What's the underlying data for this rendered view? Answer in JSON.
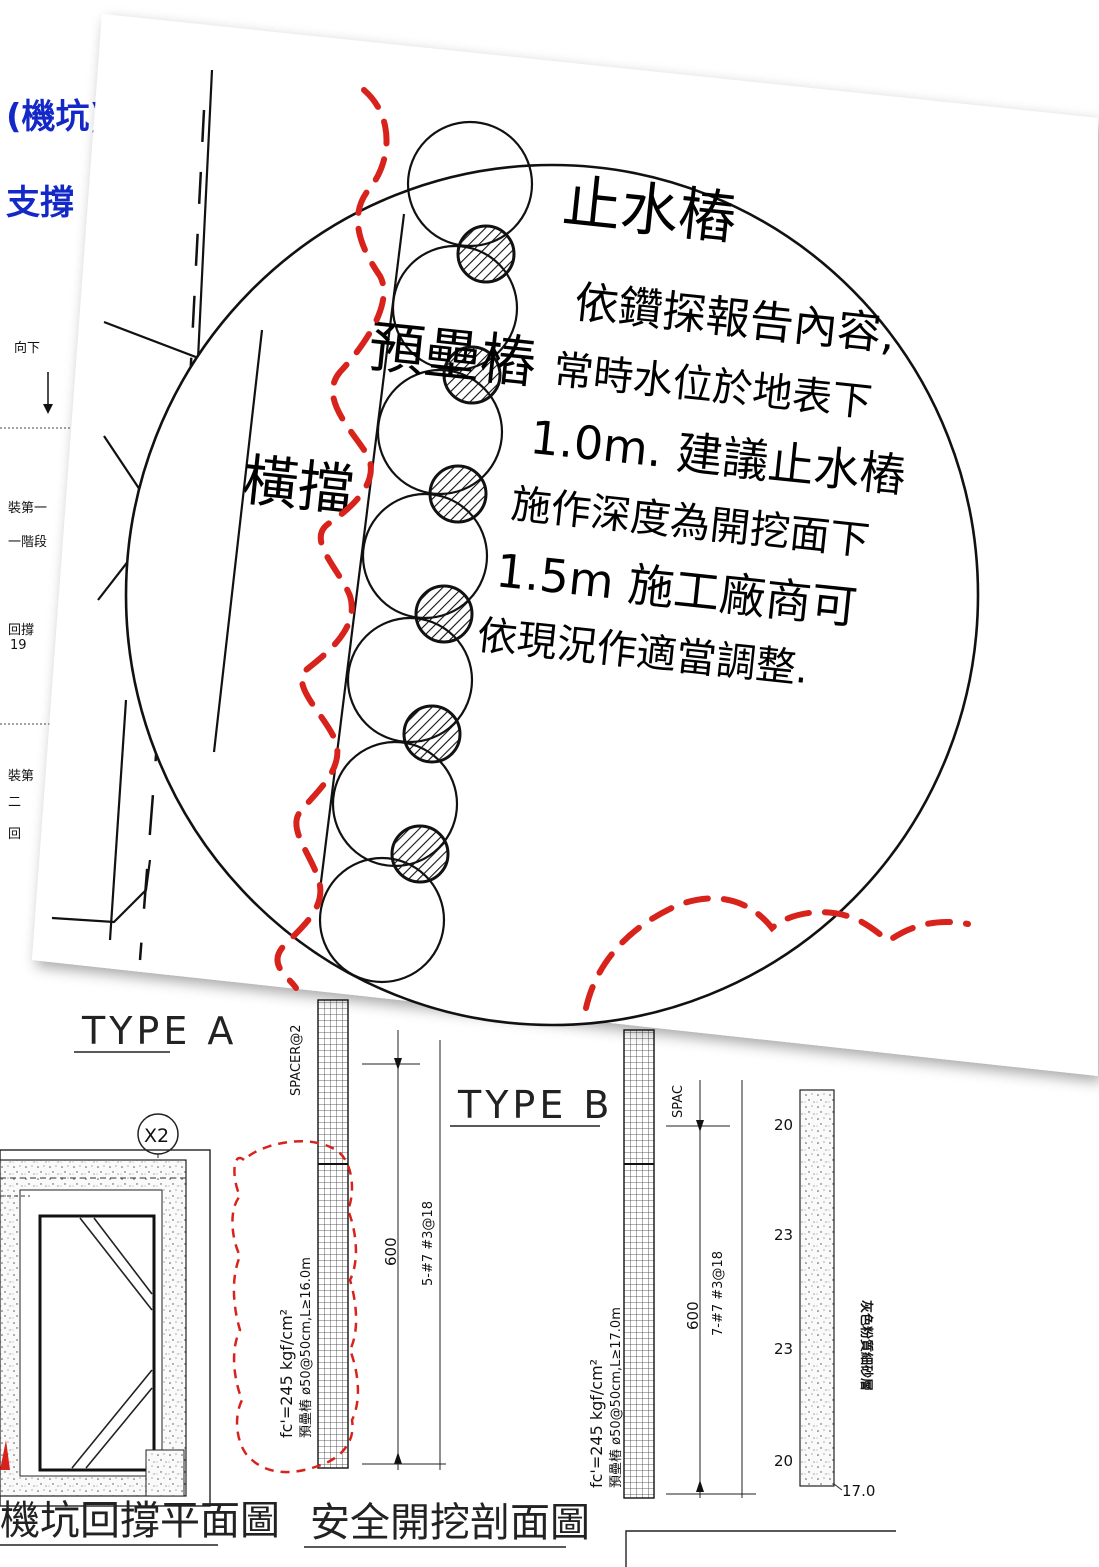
{
  "title": {
    "line1": "(機坑)",
    "line2": "支撐"
  },
  "left_fragments": {
    "top": "向下",
    "f1": "裝第一",
    "f2": "一階段",
    "f3": "回撐",
    "f3b": "19",
    "f4": "裝第",
    "f5": "二",
    "f6": "回"
  },
  "lower_drawing": {
    "type_a": "TYPE  A",
    "type_b": "TYPE  B",
    "grid_marker": "X2",
    "plan_title": "機坑回撐平面圖",
    "section_title": "安全開挖剖面圖",
    "spacer_a": "SPACER@2",
    "spacer_b": "SPAC",
    "pile_a_line1": "fc'=245 kgf/cm²",
    "pile_a_line2": "預壘樁 ø50@50cm,L≥16.0m",
    "pile_b_line1": "fc'=245 kgf/cm²",
    "pile_b_line2": "預壘樁 ø50@50cm,L≥17.0m",
    "dim_a": "600",
    "rebar_a": "5-#7 #3@18",
    "dim_b": "600",
    "rebar_b": "7-#7 #3@18",
    "layer_label": "灰色粉質細砂層",
    "depths": [
      "20",
      "23",
      "23",
      "20"
    ],
    "bottom_depth": "17.0"
  },
  "zoom_detail": {
    "label_cutoff_pile": "止水樁",
    "label_precast_pile": "預壘樁",
    "label_waler": "橫擋",
    "note_lines": [
      "依鑽探報告內容,",
      "常時水位於地表下",
      "1.0m.  建議止水樁",
      "施作深度為開挖面下",
      "1.5m   施工廠商可",
      "依現況作適當調整."
    ]
  },
  "colors": {
    "title_blue": "#1428c8",
    "markup_red": "#d8231c",
    "ink": "#111111"
  }
}
